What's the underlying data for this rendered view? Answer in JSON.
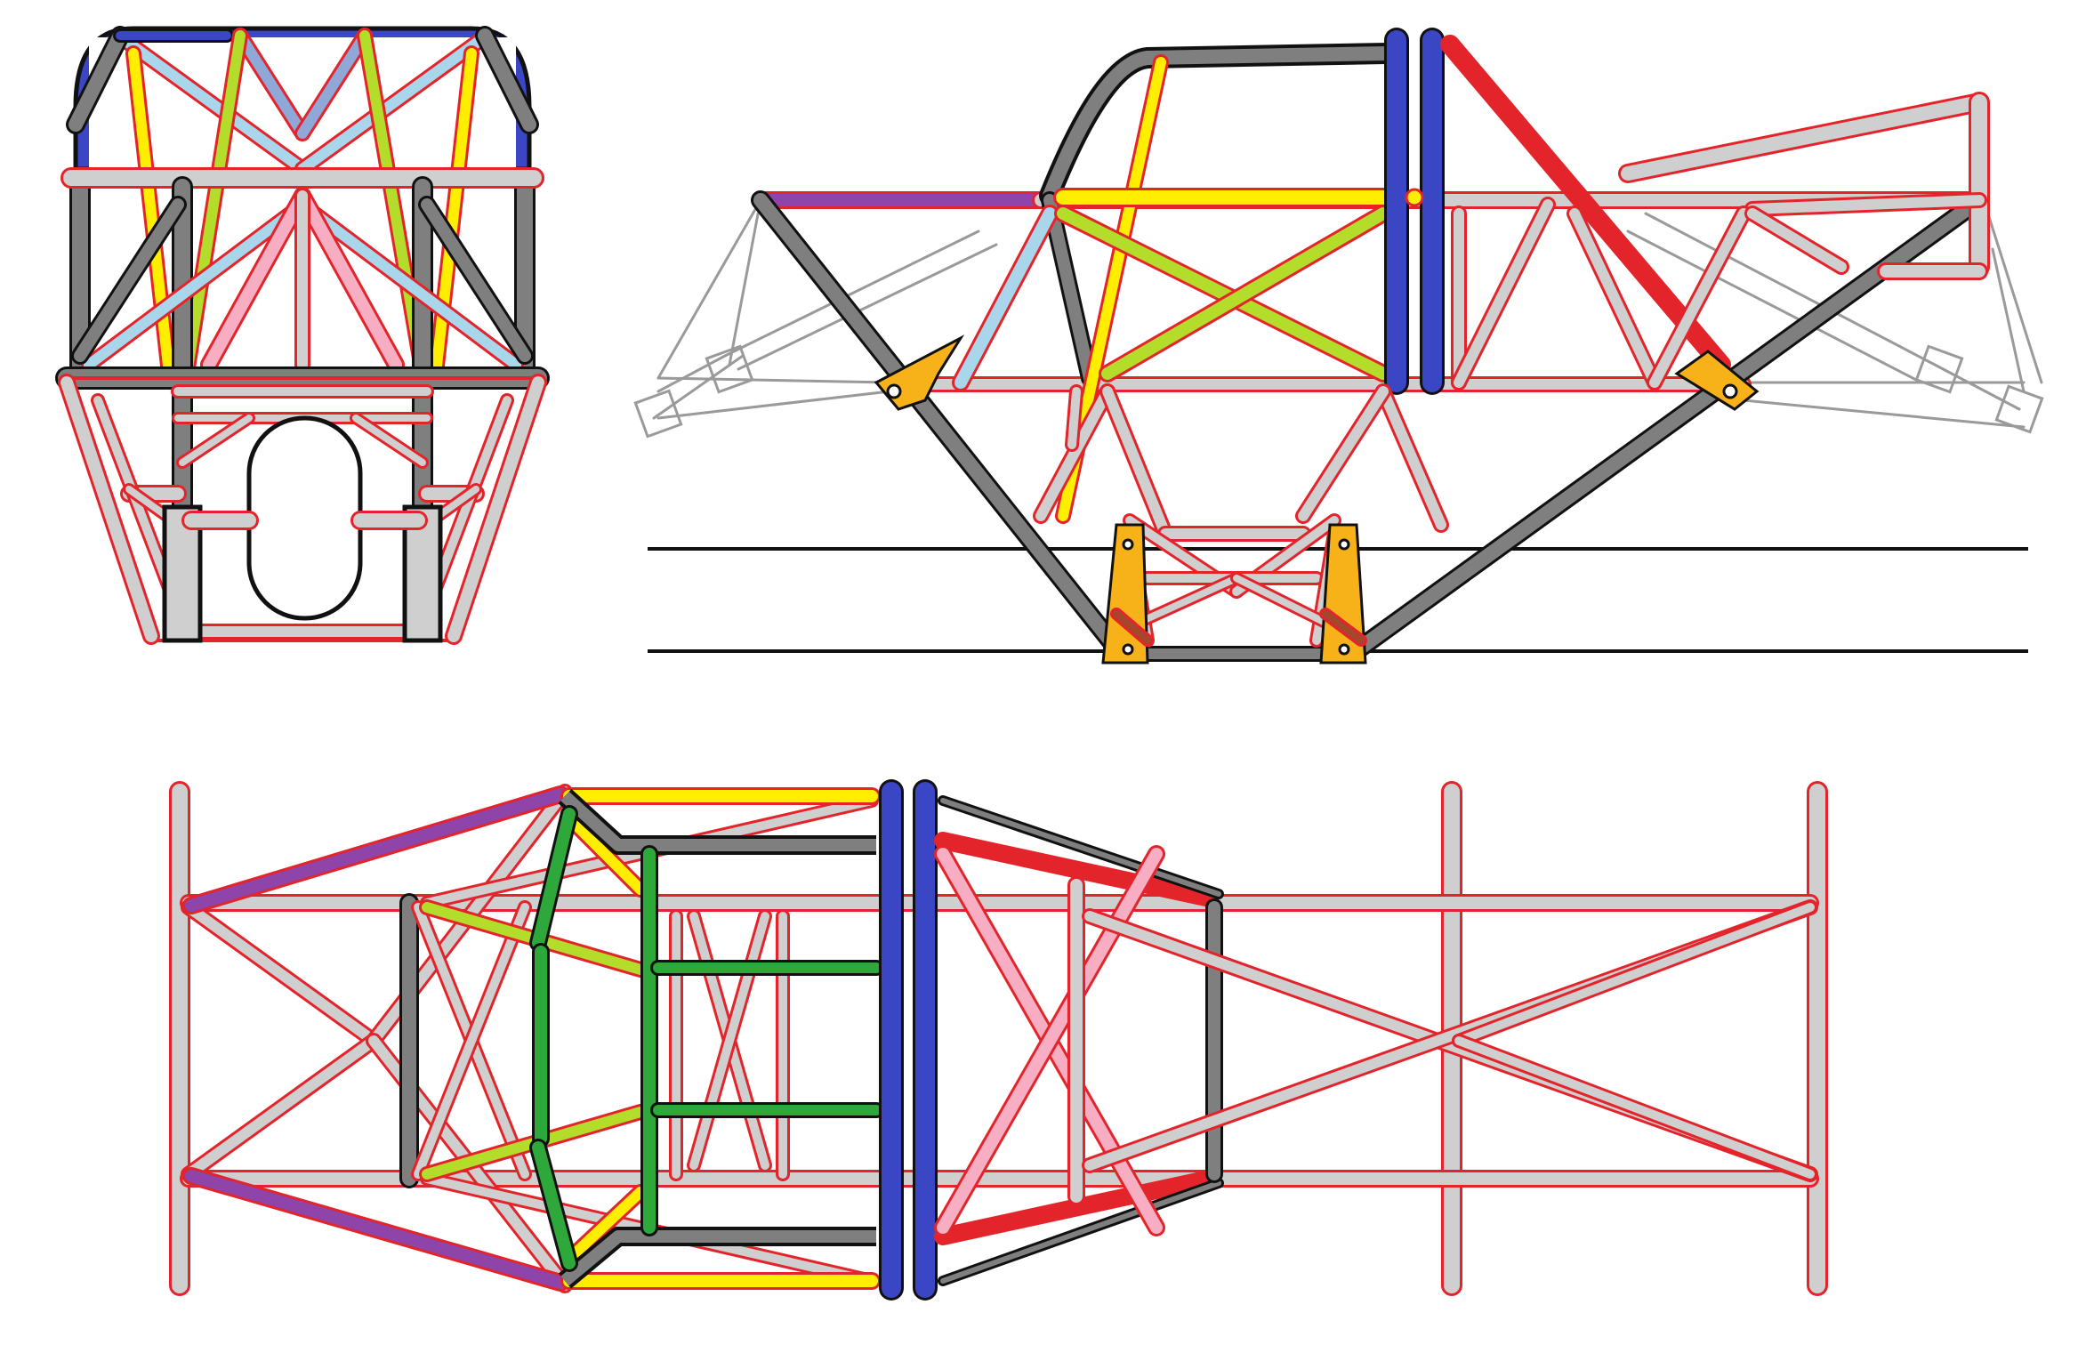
{
  "colors": {
    "background": "#ffffff",
    "outline": "#e3242b",
    "light_gray": "#cfcfcf",
    "dark_gray": "#7f7f7f",
    "blue": "#3b46c4",
    "light_blue": "#a9d6ea",
    "yellow": "#ffee00",
    "lime": "#b4dc2a",
    "pink": "#f7aec3",
    "red": "#e3242b",
    "purple": "#8e44a8",
    "green": "#2ea83a",
    "orange": "#f7b21a",
    "linkage": "#9a9a9a",
    "black": "#111111"
  },
  "views": [
    {
      "name": "front-view"
    },
    {
      "name": "side-view"
    },
    {
      "name": "top-view"
    }
  ]
}
